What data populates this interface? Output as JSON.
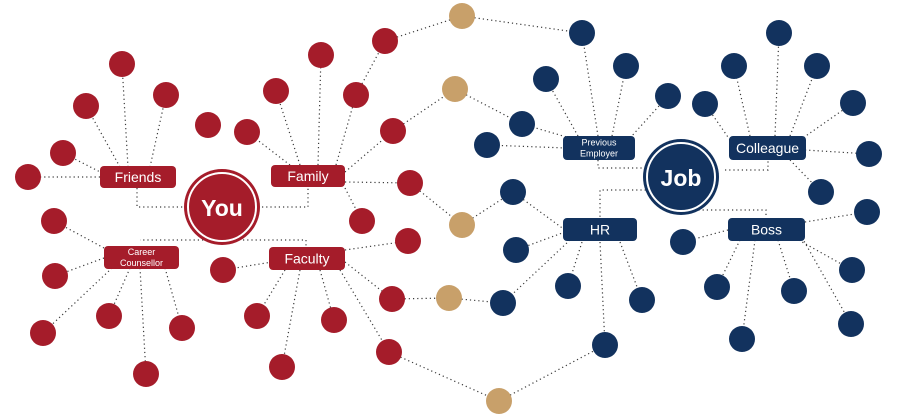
{
  "colors": {
    "you": "#a51c2a",
    "job": "#12325e",
    "bridge": "#c8a06a",
    "edge": "#3a3a3a"
  },
  "hubs": {
    "you": {
      "label": "You"
    },
    "job": {
      "label": "Job"
    }
  },
  "groups": {
    "friends": {
      "label": "Friends"
    },
    "family": {
      "label": "Family"
    },
    "career_counsellor": {
      "label_line1": "Career",
      "label_line2": "Counsellor"
    },
    "faculty": {
      "label": "Faculty"
    },
    "previous_employer": {
      "label_line1": "Previous",
      "label_line2": "Employer"
    },
    "colleague": {
      "label": "Colleague"
    },
    "hr": {
      "label": "HR"
    },
    "boss": {
      "label": "Boss"
    }
  }
}
